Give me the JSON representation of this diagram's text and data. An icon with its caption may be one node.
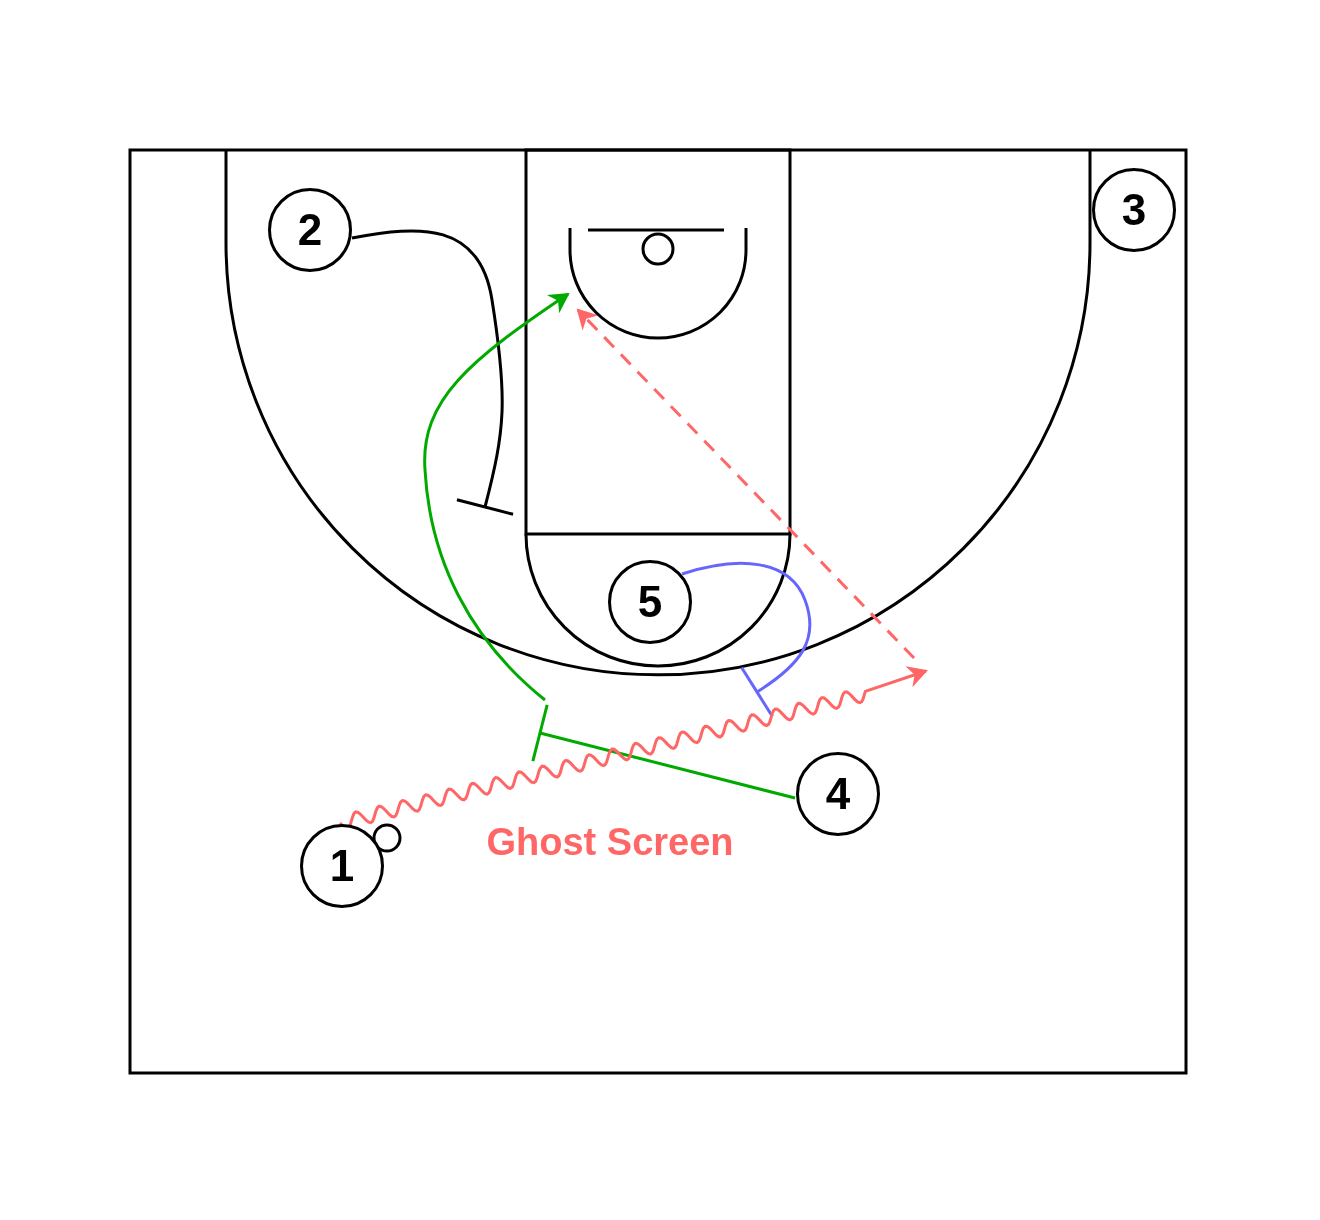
{
  "diagram": {
    "nodes": [
      {
        "text": [
          "1"
        ]
      },
      {
        "text": [
          "2"
        ]
      },
      {
        "text": [
          "3"
        ]
      },
      {
        "text": [
          "4"
        ]
      },
      {
        "text": [
          "5"
        ]
      },
      {
        "text": [],
        "shape": "arc"
      }
    ],
    "edges": [
      {
        "from": 1,
        "to": null,
        "arrow": "other",
        "color": "#000000"
      },
      {
        "from": 3,
        "to": null,
        "arrow": "other",
        "color": "#00aa00"
      },
      {
        "from": null,
        "to": 5,
        "arrow": "to",
        "color": "#00aa00"
      },
      {
        "from": 4,
        "to": null,
        "arrow": "other",
        "color": "#6666ff"
      },
      {
        "from": 0,
        "to": null,
        "arrow": "to",
        "color": "#ff6666"
      },
      {
        "from": null,
        "to": 5,
        "arrow": "to",
        "style": "dashed",
        "color": "#ff6666"
      }
    ],
    "labels": [
      "Ghost Screen"
    ]
  }
}
